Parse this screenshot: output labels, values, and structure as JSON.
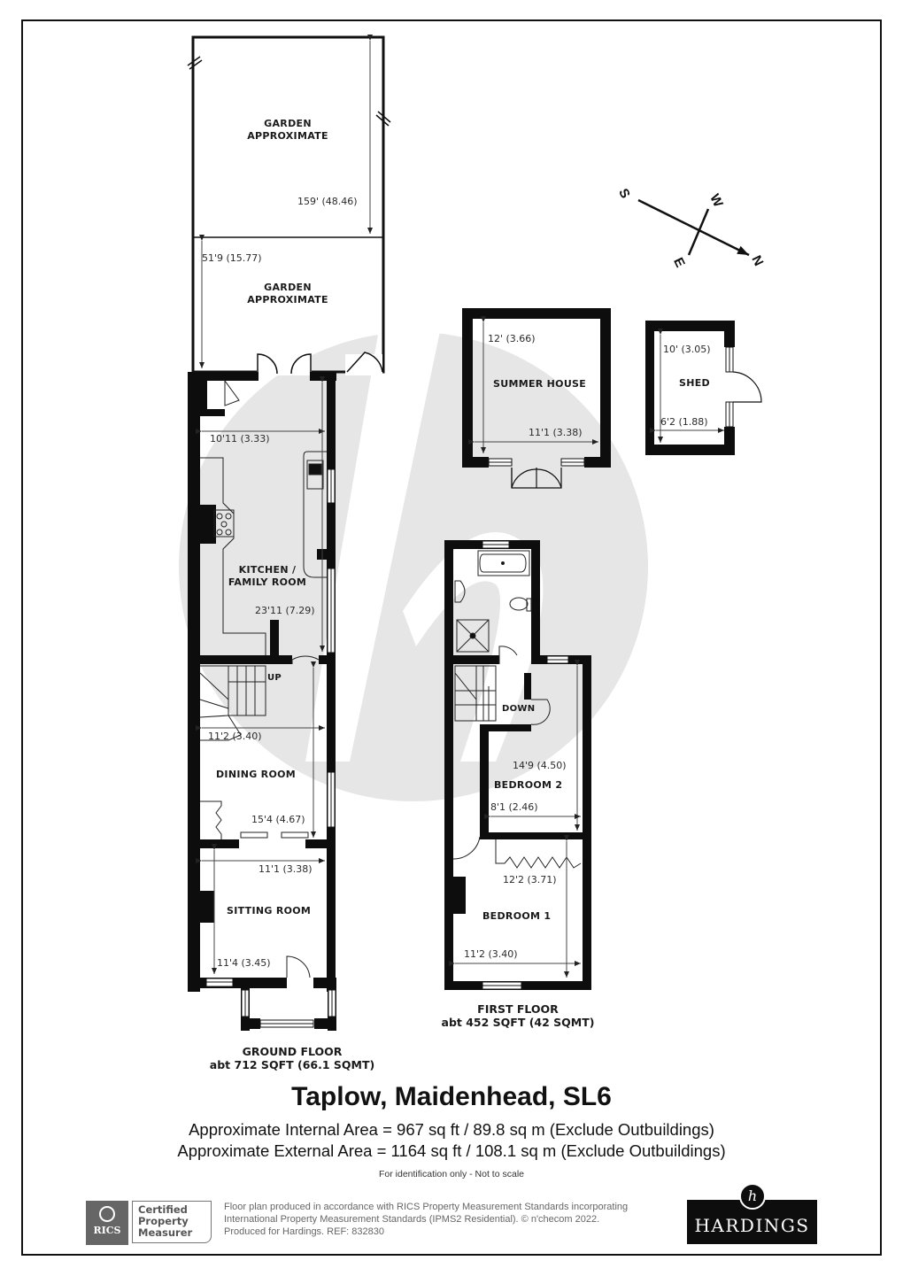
{
  "property": {
    "title": "Taplow, Maidenhead, SL6",
    "internal_area": "Approximate Internal Area = 967 sq ft / 89.8 sq m (Exclude Outbuildings)",
    "external_area": "Approximate External Area = 1164 sq ft / 108.1 sq m (Exclude Outbuildings)",
    "disclaimer": "For identification only - Not to scale"
  },
  "compass": {
    "n": "N",
    "s": "S",
    "e": "E",
    "w": "W"
  },
  "ground_floor": {
    "label": "GROUND FLOOR",
    "area": "abt 712 SQFT (66.1 SQMT)",
    "rooms": {
      "garden_top": {
        "name_line1": "GARDEN",
        "name_line2": "APPROXIMATE",
        "dim": "159' (48.46)"
      },
      "garden_bottom": {
        "name_line1": "GARDEN",
        "name_line2": "APPROXIMATE",
        "dim": "51'9 (15.77)"
      },
      "kitchen": {
        "name_line1": "KITCHEN /",
        "name_line2": "FAMILY ROOM",
        "dim_width": "10'11 (3.33)",
        "dim_length": "23'11 (7.29)"
      },
      "dining": {
        "name": "DINING ROOM",
        "dim_width": "11'2 (3.40)",
        "dim_length": "15'4 (4.67)",
        "stairs": "UP"
      },
      "sitting": {
        "name": "SITTING ROOM",
        "dim_width": "11'1 (3.38)",
        "dim_length": "11'4 (3.45)"
      }
    }
  },
  "first_floor": {
    "label": "FIRST FLOOR",
    "area": "abt 452 SQFT (42 SQMT)",
    "rooms": {
      "landing": {
        "stairs": "DOWN"
      },
      "bedroom2": {
        "name": "BEDROOM 2",
        "dim_length": "14'9 (4.50)",
        "dim_width": "8'1 (2.46)"
      },
      "bedroom1": {
        "name": "BEDROOM 1",
        "dim_length": "12'2 (3.71)",
        "dim_width": "11'2 (3.40)"
      }
    }
  },
  "outbuildings": {
    "summer_house": {
      "name": "SUMMER HOUSE",
      "dim_length": "12' (3.66)",
      "dim_width": "11'1 (3.38)"
    },
    "shed": {
      "name": "SHED",
      "dim_length": "10' (3.05)",
      "dim_width": "6'2 (1.88)"
    }
  },
  "footer": {
    "rics_badge": "RICS",
    "rics_cert_line1": "Certified",
    "rics_cert_line2": "Property",
    "rics_cert_line3": "Measurer",
    "note_line1": "Floor plan produced in accordance with RICS Property Measurement Standards incorporating",
    "note_line2": "International Property Measurement Standards (IPMS2 Residential).   © n'checom 2022.",
    "note_line3": "Produced for Hardings.   REF:  832830",
    "brand": "HARDINGS",
    "brand_mark": "h"
  },
  "colors": {
    "wall": "#0d0d0d",
    "watermark": "#e6e6e6",
    "line": "#444444"
  }
}
